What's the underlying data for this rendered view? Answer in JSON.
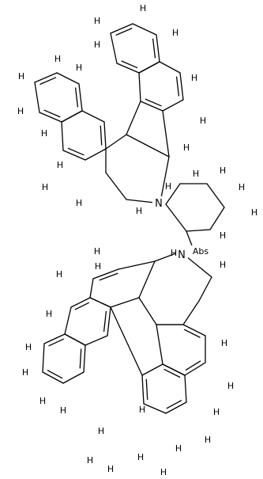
{
  "molecule": {
    "atoms": {
      "nitrogen_top": "N",
      "nitrogen_bottom": "N",
      "hydrogen": "H",
      "abs_marker": "Abs"
    },
    "colors": {
      "bond": "#000000",
      "background": "#ffffff"
    }
  }
}
